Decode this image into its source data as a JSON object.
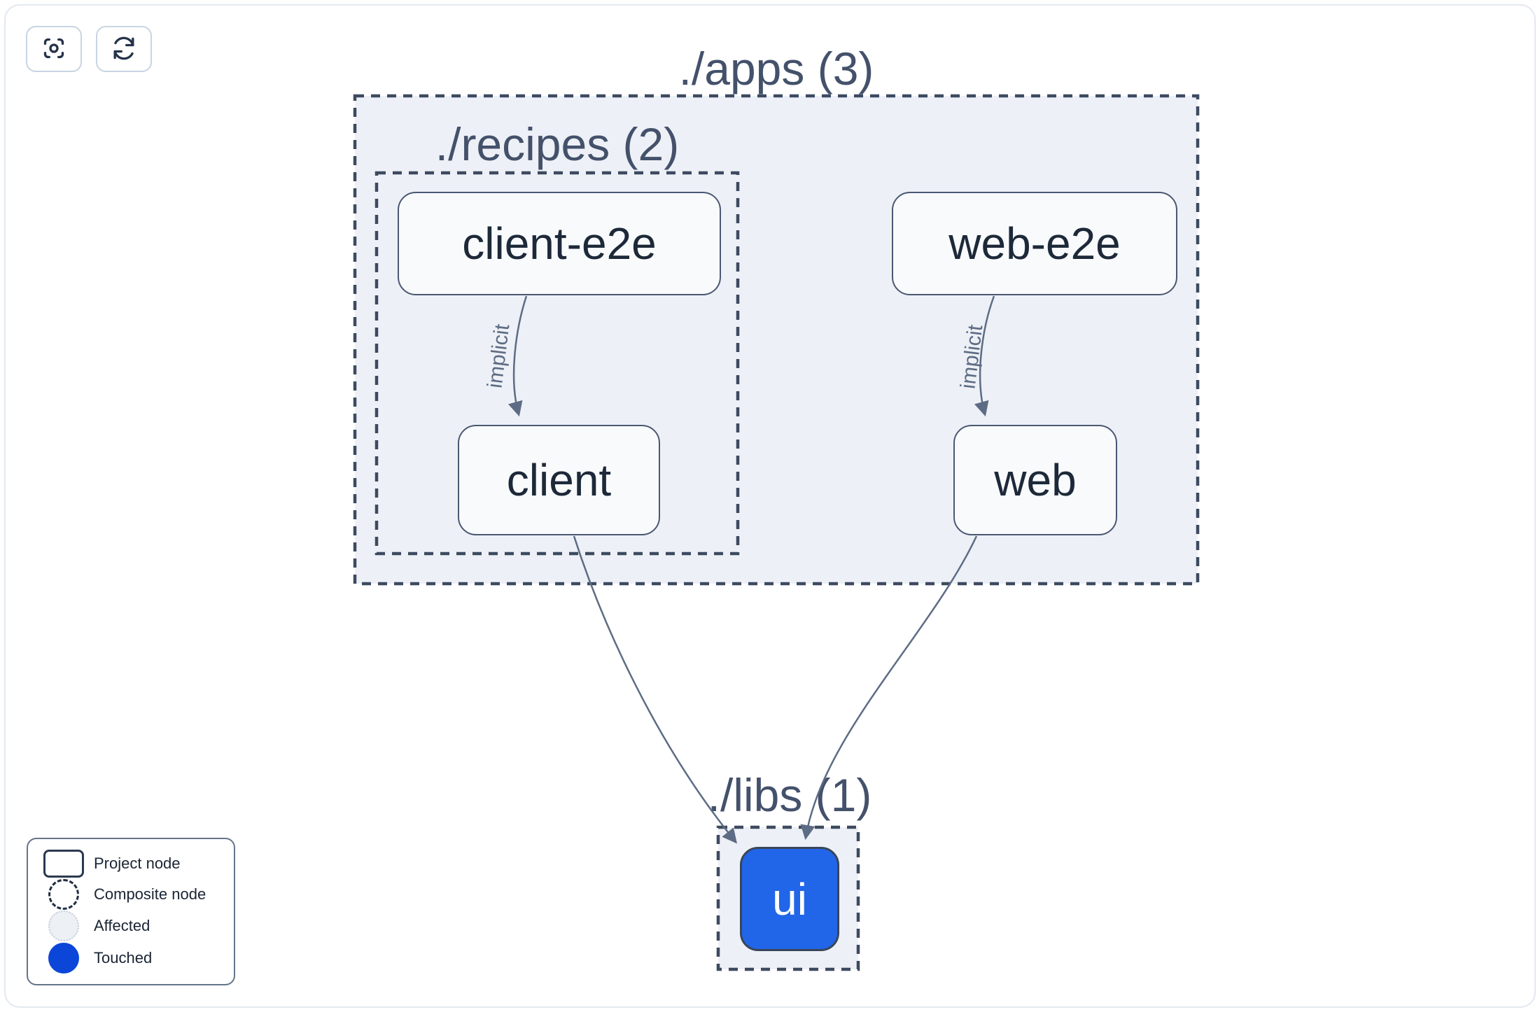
{
  "toolbar": {
    "buttons": [
      {
        "id": "center-graph",
        "icon": "focus-icon"
      },
      {
        "id": "refresh-graph",
        "icon": "refresh-icon"
      }
    ]
  },
  "graph": {
    "groups": [
      {
        "id": "apps",
        "label": "./apps (3)"
      },
      {
        "id": "recipes",
        "label": "./recipes (2)"
      },
      {
        "id": "libs",
        "label": "./libs (1)"
      }
    ],
    "nodes": [
      {
        "id": "client-e2e",
        "label": "client-e2e",
        "group": "recipes",
        "state": "default"
      },
      {
        "id": "web-e2e",
        "label": "web-e2e",
        "group": "apps",
        "state": "default"
      },
      {
        "id": "client",
        "label": "client",
        "group": "recipes",
        "state": "default"
      },
      {
        "id": "web",
        "label": "web",
        "group": "apps",
        "state": "default"
      },
      {
        "id": "ui",
        "label": "ui",
        "group": "libs",
        "state": "touched"
      }
    ],
    "edges": [
      {
        "from": "client-e2e",
        "to": "client",
        "label": "implicit"
      },
      {
        "from": "web-e2e",
        "to": "web",
        "label": "implicit"
      },
      {
        "from": "client",
        "to": "ui",
        "label": ""
      },
      {
        "from": "web",
        "to": "ui",
        "label": ""
      }
    ]
  },
  "legend": {
    "items": [
      {
        "id": "project-node",
        "label": "Project node"
      },
      {
        "id": "composite-node",
        "label": "Composite node"
      },
      {
        "id": "affected",
        "label": "Affected"
      },
      {
        "id": "touched",
        "label": "Touched"
      }
    ]
  },
  "colors": {
    "canvas_bg": "#ffffff",
    "container_fill": "#edf0f6",
    "container_border": "#3d4a60",
    "node_fill": "#f9fafc",
    "node_border": "#4a5872",
    "node_text": "#1d2939",
    "group_label": "#44516b",
    "edge": "#5d6c84",
    "edge_label": "#5d6c84",
    "touched_node_fill": "#2166e8",
    "touched_node_text": "#ffffff",
    "legend_touched": "#0c46d9",
    "legend_affected_fill": "#edf0f5",
    "legend_affected_border": "#c6cfdb",
    "legend_border": "#64748b",
    "button_border": "#c8d4e2",
    "icon": "#25334a",
    "frame_border": "#e3e8f0"
  }
}
